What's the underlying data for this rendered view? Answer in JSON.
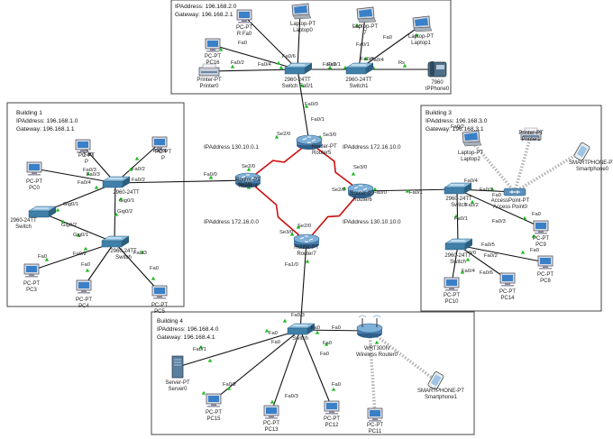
{
  "buildings": [
    {
      "id": "b1",
      "lines": [
        "Building 1",
        "IPAddress: 196.168.1.0",
        "Gateway: 196.168.1.1"
      ]
    },
    {
      "id": "b2",
      "lines": [
        "IPAddress: 196.168.2.0",
        "Gateway: 196.168.2.1"
      ]
    },
    {
      "id": "b3",
      "lines": [
        "Building 3",
        "IPAddress: 196.168.3.0",
        "Gateway: 196.168.3.1"
      ]
    },
    {
      "id": "b4",
      "lines": [
        "Building 4",
        "IPAddress: 196.168.4.0",
        "Gateway: 196.168.4.1"
      ]
    }
  ],
  "wan_labels": [
    "IPAddress 130.10.0.1",
    "IPAddress 172.16.10.0",
    "IPAddress 172.16.0.0",
    "IPAddress 130.10.10.0"
  ],
  "devices": [
    {
      "id": "r5",
      "type": "router",
      "lines": [
        "Router-PT",
        "Router5"
      ]
    },
    {
      "id": "r4",
      "type": "router",
      "lines": [
        "Router-PT",
        "Router4"
      ]
    },
    {
      "id": "r6",
      "type": "router",
      "lines": [
        "Router-PT",
        "Router6"
      ]
    },
    {
      "id": "r7",
      "type": "router",
      "lines": [
        "Router-PT",
        "Router7"
      ]
    },
    {
      "id": "sw1",
      "type": "switch",
      "lines": [
        "2960-24TT",
        "Switch1"
      ]
    },
    {
      "id": "swfa",
      "type": "switch",
      "lines": [
        "2960-24TT",
        "Switch Fa0/1"
      ]
    },
    {
      "id": "sw_b1a",
      "type": "switch",
      "lines": [
        "2960-24TT"
      ]
    },
    {
      "id": "sw_b1b",
      "type": "switch",
      "lines": [
        "2960-24TT",
        "Switch"
      ]
    },
    {
      "id": "sw_b1c",
      "type": "switch",
      "lines": [
        "2960-24TT",
        "Switch"
      ]
    },
    {
      "id": "sw_b3a",
      "type": "switch",
      "lines": [
        "2960-24TT",
        "Switch"
      ]
    },
    {
      "id": "sw_b3b",
      "type": "switch",
      "lines": [
        "2960-24TT",
        "Switch"
      ]
    },
    {
      "id": "sw_b4",
      "type": "switch",
      "lines": [
        "Switch"
      ]
    },
    {
      "id": "pc16",
      "type": "pc",
      "lines": [
        "PC-PT",
        "PC16"
      ]
    },
    {
      "id": "pc_b2top",
      "type": "pc",
      "lines": [
        "PC-PT",
        "R Fa0"
      ]
    },
    {
      "id": "lap0",
      "type": "laptop",
      "lines": [
        "Laptop-PT",
        "Laptop0"
      ]
    },
    {
      "id": "lap_b2b",
      "type": "laptop",
      "lines": [
        "Laptop-PT",
        "7"
      ]
    },
    {
      "id": "lap1",
      "type": "laptop",
      "lines": [
        "Laptop-PT",
        "Laptop1"
      ]
    },
    {
      "id": "prn0",
      "type": "printer",
      "lines": [
        "Printer-PT",
        "Printer0"
      ]
    },
    {
      "id": "iph",
      "type": "phone",
      "lines": [
        "7960",
        "IPPhone0"
      ]
    },
    {
      "id": "pc_b1_1",
      "type": "pc",
      "lines": [
        "PC-PT",
        "P"
      ]
    },
    {
      "id": "pc_b1_2",
      "type": "pc",
      "lines": [
        "PC-PT",
        "P"
      ]
    },
    {
      "id": "pc0",
      "type": "pc",
      "lines": [
        "PC-PT",
        "PC0"
      ]
    },
    {
      "id": "pc3",
      "type": "pc",
      "lines": [
        "PC-PT",
        "PC3"
      ]
    },
    {
      "id": "pc4",
      "type": "pc",
      "lines": [
        "PC-PT",
        "PC4"
      ]
    },
    {
      "id": "pc5",
      "type": "pc",
      "lines": [
        "PC-PT",
        "PC5"
      ]
    },
    {
      "id": "lap2",
      "type": "laptop",
      "lines": [
        "Laptop-PT",
        "Laptop2"
      ]
    },
    {
      "id": "prn1",
      "type": "printer",
      "lines": [
        "Printer-PT",
        "Printer1"
      ]
    },
    {
      "id": "sp0",
      "type": "smartphone",
      "lines": [
        "SMARTPHONE-PT",
        "Smartphone0"
      ]
    },
    {
      "id": "ap0",
      "type": "ap",
      "lines": [
        "AccessPoint-PT",
        "Access Point0"
      ]
    },
    {
      "id": "pc9",
      "type": "pc",
      "lines": [
        "PC-PT",
        "PC9"
      ]
    },
    {
      "id": "pc8",
      "type": "pc",
      "lines": [
        "PC-PT",
        "PC8"
      ]
    },
    {
      "id": "pc10",
      "type": "pc",
      "lines": [
        "PC-PT",
        "PC10"
      ]
    },
    {
      "id": "pc14",
      "type": "pc",
      "lines": [
        "PC-PT",
        "PC14"
      ]
    },
    {
      "id": "srv0",
      "type": "server",
      "lines": [
        "Server-PT",
        "Server0"
      ]
    },
    {
      "id": "wr0",
      "type": "wrouter",
      "lines": [
        "WRT300N",
        "Wireless Router0"
      ]
    },
    {
      "id": "sp1",
      "type": "smartphone",
      "lines": [
        "SMARTPHONE-PT",
        "Smartphone1"
      ]
    },
    {
      "id": "pc15",
      "type": "pc",
      "lines": [
        "PC-PT",
        "PC15"
      ]
    },
    {
      "id": "pc13",
      "type": "pc",
      "lines": [
        "PC-PT",
        "PC13"
      ]
    },
    {
      "id": "pc12",
      "type": "pc",
      "lines": [
        "PC-PT",
        "PC12"
      ]
    },
    {
      "id": "pc11",
      "type": "pc",
      "lines": [
        "PC-PT",
        "PC11"
      ]
    }
  ],
  "links": [
    {
      "a": "r5",
      "b": "r4",
      "style": "serial"
    },
    {
      "a": "r5",
      "b": "r6",
      "style": "serial"
    },
    {
      "a": "r4",
      "b": "r7",
      "style": "serial"
    },
    {
      "a": "r6",
      "b": "r7",
      "style": "serial"
    },
    {
      "a": "r5",
      "b": "swfa",
      "style": "copper"
    },
    {
      "a": "swfa",
      "b": "sw1",
      "style": "copper"
    },
    {
      "a": "swfa",
      "b": "pc16",
      "style": "copper"
    },
    {
      "a": "swfa",
      "b": "pc_b2top",
      "style": "copper"
    },
    {
      "a": "swfa",
      "b": "lap0",
      "style": "copper"
    },
    {
      "a": "swfa",
      "b": "prn0",
      "style": "copper"
    },
    {
      "a": "sw1",
      "b": "lap_b2b",
      "style": "copper"
    },
    {
      "a": "sw1",
      "b": "lap1",
      "style": "copper"
    },
    {
      "a": "sw1",
      "b": "iph",
      "style": "copper"
    },
    {
      "a": "r4",
      "b": "sw_b1a",
      "style": "copper"
    },
    {
      "a": "sw_b1a",
      "b": "pc_b1_1",
      "style": "copper"
    },
    {
      "a": "sw_b1a",
      "b": "pc_b1_2",
      "style": "copper"
    },
    {
      "a": "sw_b1a",
      "b": "pc0",
      "style": "copper"
    },
    {
      "a": "sw_b1a",
      "b": "sw_b1b",
      "style": "copper"
    },
    {
      "a": "sw_b1a",
      "b": "sw_b1c",
      "style": "copper"
    },
    {
      "a": "sw_b1b",
      "b": "sw_b1c",
      "style": "copper"
    },
    {
      "a": "sw_b1c",
      "b": "pc3",
      "style": "copper"
    },
    {
      "a": "sw_b1c",
      "b": "pc4",
      "style": "copper"
    },
    {
      "a": "sw_b1c",
      "b": "pc5",
      "style": "copper"
    },
    {
      "a": "r6",
      "b": "sw_b3a",
      "style": "copper"
    },
    {
      "a": "sw_b3a",
      "b": "ap0",
      "style": "copper"
    },
    {
      "a": "sw_b3a",
      "b": "pc9",
      "style": "copper"
    },
    {
      "a": "sw_b3a",
      "b": "sw_b3b",
      "style": "copper"
    },
    {
      "a": "sw_b3b",
      "b": "pc8",
      "style": "copper"
    },
    {
      "a": "sw_b3b",
      "b": "pc10",
      "style": "copper"
    },
    {
      "a": "sw_b3b",
      "b": "pc14",
      "style": "copper"
    },
    {
      "a": "ap0",
      "b": "lap2",
      "style": "wireless"
    },
    {
      "a": "ap0",
      "b": "prn1",
      "style": "wireless"
    },
    {
      "a": "ap0",
      "b": "sp0",
      "style": "wireless"
    },
    {
      "a": "r7",
      "b": "sw_b4",
      "style": "copper"
    },
    {
      "a": "sw_b4",
      "b": "srv0",
      "style": "copper"
    },
    {
      "a": "sw_b4",
      "b": "wr0",
      "style": "copper"
    },
    {
      "a": "sw_b4",
      "b": "pc15",
      "style": "copper"
    },
    {
      "a": "sw_b4",
      "b": "pc13",
      "style": "copper"
    },
    {
      "a": "sw_b4",
      "b": "pc12",
      "style": "copper"
    },
    {
      "a": "wr0",
      "b": "pc11",
      "style": "wireless"
    },
    {
      "a": "wr0",
      "b": "sp1",
      "style": "wireless"
    }
  ],
  "ports": [
    {
      "id": "p1",
      "text": "Se2/0"
    },
    {
      "id": "p2",
      "text": "Se3/0"
    },
    {
      "id": "p3",
      "text": "Se2/0"
    },
    {
      "id": "p4",
      "text": "Se3/0"
    },
    {
      "id": "p5",
      "text": "Se3/0"
    },
    {
      "id": "p6",
      "text": "Se2/0"
    },
    {
      "id": "p7",
      "text": "Se2/0"
    },
    {
      "id": "p8",
      "text": "Se3/0"
    },
    {
      "id": "p9",
      "text": "Fa0/0"
    },
    {
      "id": "p10",
      "text": "Fa0/0"
    },
    {
      "id": "p11",
      "text": "Fa1/0"
    },
    {
      "id": "p12",
      "text": "Fa0/0"
    },
    {
      "id": "p13",
      "text": "Fa0/1"
    },
    {
      "id": "p14",
      "text": "Fa0/1"
    },
    {
      "id": "p15",
      "text": "Fa0/4"
    },
    {
      "id": "p16",
      "text": "Fa0/1"
    },
    {
      "id": "p17",
      "text": "Fa0/6"
    },
    {
      "id": "p18",
      "text": "Fa0/2"
    },
    {
      "id": "p19",
      "text": "Fa0/3"
    },
    {
      "id": "p20",
      "text": "Fa0/4"
    },
    {
      "id": "p21",
      "text": "Rs"
    },
    {
      "id": "p22",
      "text": "Fa0"
    },
    {
      "id": "p23",
      "text": "Fa0"
    },
    {
      "id": "p24",
      "text": "Fa0"
    },
    {
      "id": "p25",
      "text": "Fa0/1"
    },
    {
      "id": "p26",
      "text": "Fa0/3"
    },
    {
      "id": "p27",
      "text": "Fa0/2"
    },
    {
      "id": "p28",
      "text": "Fa0/4"
    },
    {
      "id": "p29",
      "text": "Gig0/1"
    },
    {
      "id": "p30",
      "text": "Gig0/2"
    },
    {
      "id": "p31",
      "text": "Gig0/1"
    },
    {
      "id": "p32",
      "text": "Gig0/2"
    },
    {
      "id": "p33",
      "text": "Gig0/1"
    },
    {
      "id": "p34",
      "text": "Fa0/2"
    },
    {
      "id": "p35",
      "text": "Fa0/3"
    },
    {
      "id": "p36",
      "text": "Fa0"
    },
    {
      "id": "p37",
      "text": "Fa0"
    },
    {
      "id": "p38",
      "text": "Fa0"
    },
    {
      "id": "p39",
      "text": "Fa0"
    },
    {
      "id": "p40",
      "text": "Fa0/4"
    },
    {
      "id": "p41",
      "text": "Fa0/2"
    },
    {
      "id": "p42",
      "text": "Fa0/3"
    },
    {
      "id": "p43",
      "text": "Fa0/1"
    },
    {
      "id": "p44",
      "text": "Fa0/3"
    },
    {
      "id": "p45",
      "text": "Fa0/4"
    },
    {
      "id": "p46",
      "text": "Fa0/2"
    },
    {
      "id": "p47",
      "text": "Fa0"
    },
    {
      "id": "p48",
      "text": "Fa0"
    },
    {
      "id": "p49",
      "text": "Fa0"
    },
    {
      "id": "p50",
      "text": "Fa0/1"
    },
    {
      "id": "p51",
      "text": "Fa0/5"
    },
    {
      "id": "p52",
      "text": "0/0"
    },
    {
      "id": "p53",
      "text": "Fa0/2"
    },
    {
      "id": "p54",
      "text": "Fa0/6"
    },
    {
      "id": "p55",
      "text": "Fa0/4"
    },
    {
      "id": "p56",
      "text": "Fa0/3"
    },
    {
      "id": "p57",
      "text": "Fa0"
    },
    {
      "id": "p58",
      "text": "Fa0"
    },
    {
      "id": "p59",
      "text": "Fa0"
    },
    {
      "id": "p60",
      "text": "Fa0"
    },
    {
      "id": "p61",
      "text": "Fa0"
    },
    {
      "id": "p62",
      "text": "Fa0"
    },
    {
      "id": "p63",
      "text": "Fa0/1"
    },
    {
      "id": "p64",
      "text": "Fa0/2"
    },
    {
      "id": "p65",
      "text": "Fa0/3"
    },
    {
      "id": "p66",
      "text": "Fa0"
    },
    {
      "id": "p67",
      "text": "Fa0/2"
    },
    {
      "id": "p68",
      "text": "Fa0/3"
    }
  ],
  "colors": {
    "serial": "#cc1111",
    "copper": "#111111",
    "wireless": "#b0b0b0",
    "dot": "#22bb22",
    "router": "#4a7fb0",
    "switch": "#3f7fa8"
  }
}
